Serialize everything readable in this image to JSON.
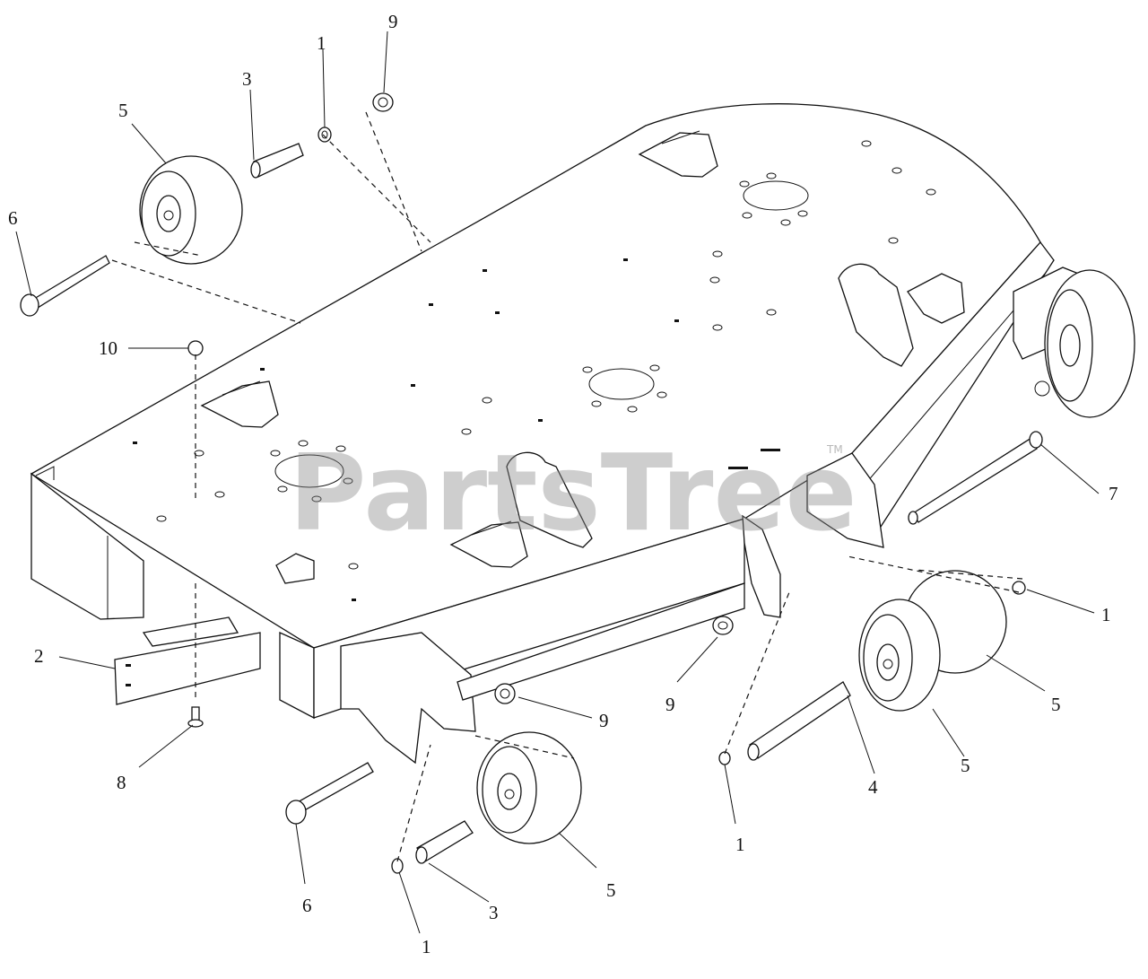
{
  "watermark": {
    "text": "PartsTree",
    "trademark": "TM"
  },
  "callouts": [
    {
      "id": "c1a",
      "label": "1"
    },
    {
      "id": "c1b",
      "label": "1"
    },
    {
      "id": "c1c",
      "label": "1"
    },
    {
      "id": "c1d",
      "label": "1"
    },
    {
      "id": "c2",
      "label": "2"
    },
    {
      "id": "c3a",
      "label": "3"
    },
    {
      "id": "c3b",
      "label": "3"
    },
    {
      "id": "c4",
      "label": "4"
    },
    {
      "id": "c5a",
      "label": "5"
    },
    {
      "id": "c5b",
      "label": "5"
    },
    {
      "id": "c5c",
      "label": "5"
    },
    {
      "id": "c5d",
      "label": "5"
    },
    {
      "id": "c6a",
      "label": "6"
    },
    {
      "id": "c6b",
      "label": "6"
    },
    {
      "id": "c7",
      "label": "7"
    },
    {
      "id": "c8",
      "label": "8"
    },
    {
      "id": "c9a",
      "label": "9"
    },
    {
      "id": "c9b",
      "label": "9"
    },
    {
      "id": "c9c",
      "label": "9"
    },
    {
      "id": "c10",
      "label": "10"
    }
  ]
}
